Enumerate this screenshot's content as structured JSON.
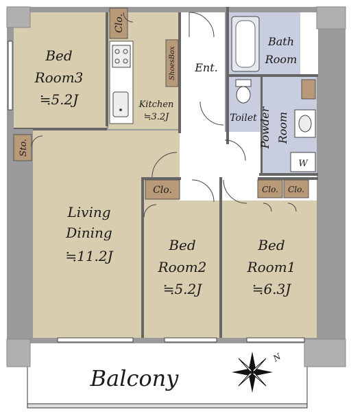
{
  "colors": {
    "floor": "#d9cdaf",
    "wet": "#c8cde0",
    "wall": "#9a9a9a",
    "closet": "#b89a78",
    "balcony": "#ffffff"
  },
  "rooms": {
    "bedroom3": {
      "line1": "Bed",
      "line2": "Room3",
      "size": "≒5.2J"
    },
    "kitchen": {
      "label": "Kitchen",
      "size": "≒3.2J"
    },
    "living": {
      "line1": "Living",
      "line2": "Dining",
      "size": "≒11.2J"
    },
    "bedroom2": {
      "line1": "Bed",
      "line2": "Room2",
      "size": "≒5.2J"
    },
    "bedroom1": {
      "line1": "Bed",
      "line2": "Room1",
      "size": "≒6.3J"
    },
    "bath": {
      "line1": "Bath",
      "line2": "Room"
    },
    "toilet": {
      "label": "Toilet"
    },
    "powder": {
      "line1": "Powder",
      "line2": "Room"
    },
    "entrance": {
      "label": "Ent."
    },
    "shoesbox": {
      "label": "ShoesBox"
    }
  },
  "closets": {
    "clo_br3": "Clo.",
    "sto_ld": "Sto.",
    "clo_br2": "Clo.",
    "clo_br1a": "Clo.",
    "clo_br1b": "Clo."
  },
  "washer_label": "W",
  "balcony_label": "Balcony",
  "compass_label": "N"
}
